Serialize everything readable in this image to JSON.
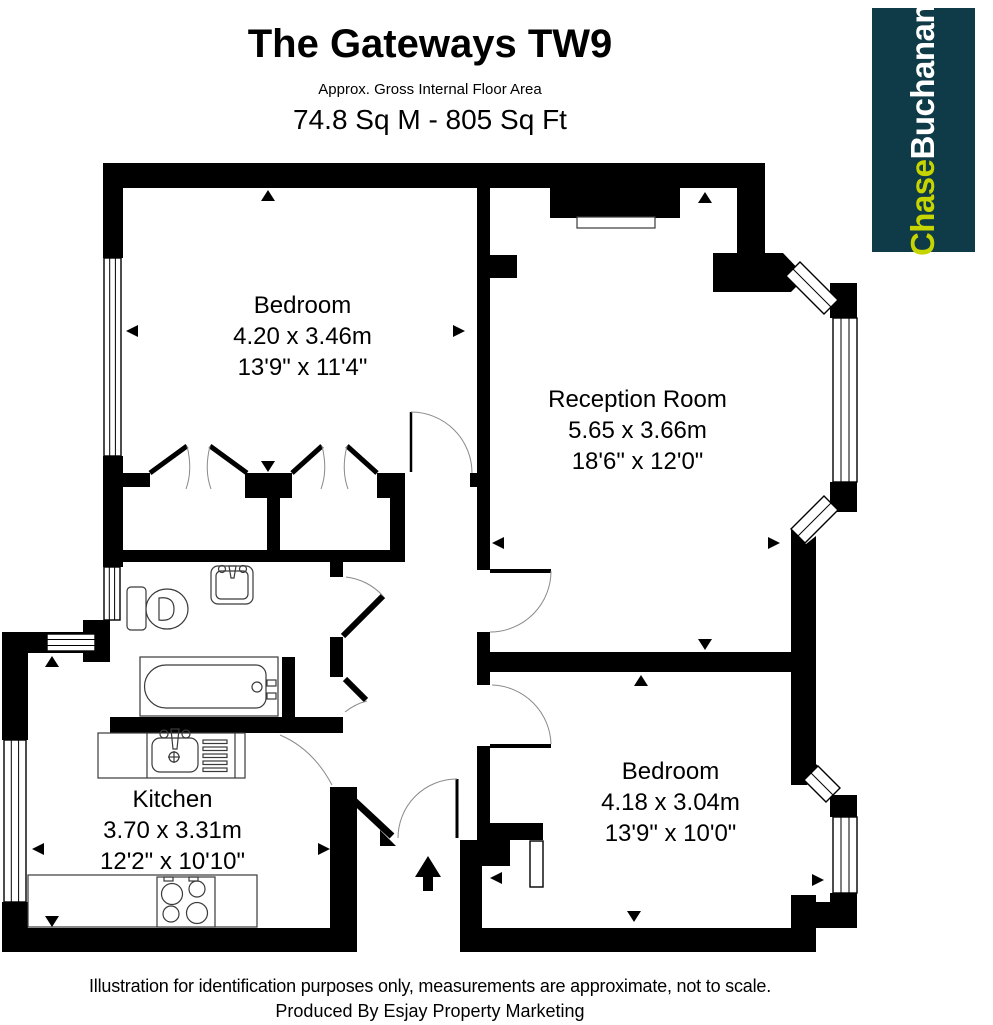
{
  "header": {
    "title": "The Gateways TW9",
    "subtitle": "Approx. Gross Internal Floor Area",
    "area": "74.8 Sq M - 805 Sq Ft"
  },
  "logo": {
    "brand_part1": "Chase",
    "brand_part2": "Buchanan",
    "background": "#0f3a47",
    "part1_color": "#c6d400",
    "part2_color": "#ffffff"
  },
  "rooms": {
    "bedroom1": {
      "name": "Bedroom",
      "metric": "4.20 x 3.46m",
      "imperial": "13'9\" x 11'4\""
    },
    "reception": {
      "name": "Reception Room",
      "metric": "5.65 x 3.66m",
      "imperial": "18'6\" x 12'0\""
    },
    "bedroom2": {
      "name": "Bedroom",
      "metric": "4.18 x 3.04m",
      "imperial": "13'9\" x 10'0\""
    },
    "kitchen": {
      "name": "Kitchen",
      "metric": "3.70 x 3.31m",
      "imperial": "12'2\" x 10'10\""
    }
  },
  "plan": {
    "wall_color": "#000000",
    "fixture_icons": [
      "toilet-icon",
      "bathroom-sink-icon",
      "bathtub-icon",
      "kitchen-sink-icon",
      "hob-icon",
      "entrance-arrow-icon"
    ]
  },
  "footer": {
    "disclaimer": "Illustration for identification purposes only, measurements are approximate, not to scale.",
    "producer": "Produced By Esjay Property Marketing"
  }
}
